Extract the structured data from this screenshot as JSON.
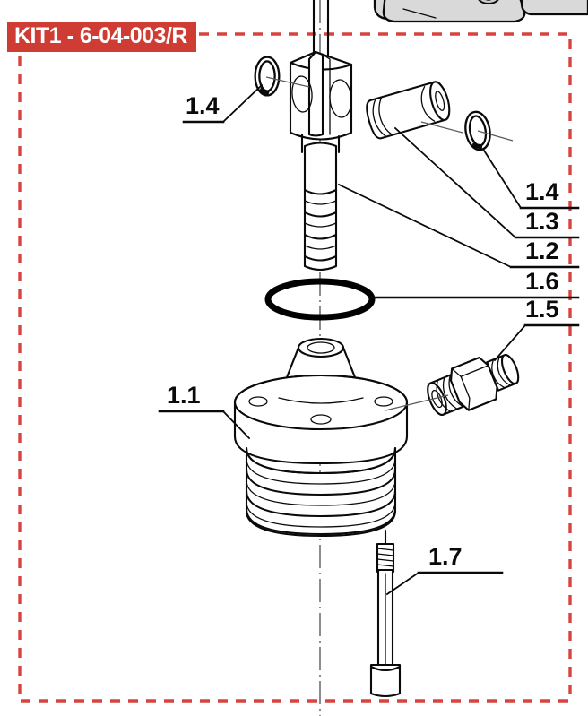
{
  "diagram": {
    "kit_badge": "KIT1 - 6-04-003/R",
    "badge_color": "#cf3c34",
    "border_color": "#d9433f",
    "line_color": "#0a0a0a",
    "centerline_color": "#8c8c8c",
    "shade_color": "#d9d9d9",
    "type": "exploded-assembly-view"
  },
  "labels": {
    "left_oring": "1.4",
    "body": "1.1",
    "right_snapring": "1.4",
    "bushing": "1.3",
    "pin": "1.2",
    "oring_large": "1.6",
    "fitting": "1.5",
    "bolt": "1.7"
  },
  "parts": [
    {
      "ref": "1.1",
      "name": "main-body"
    },
    {
      "ref": "1.2",
      "name": "pin"
    },
    {
      "ref": "1.3",
      "name": "bushing"
    },
    {
      "ref": "1.4",
      "name": "snap-ring"
    },
    {
      "ref": "1.5",
      "name": "threaded-fitting"
    },
    {
      "ref": "1.6",
      "name": "o-ring"
    },
    {
      "ref": "1.7",
      "name": "long-bolt"
    }
  ]
}
